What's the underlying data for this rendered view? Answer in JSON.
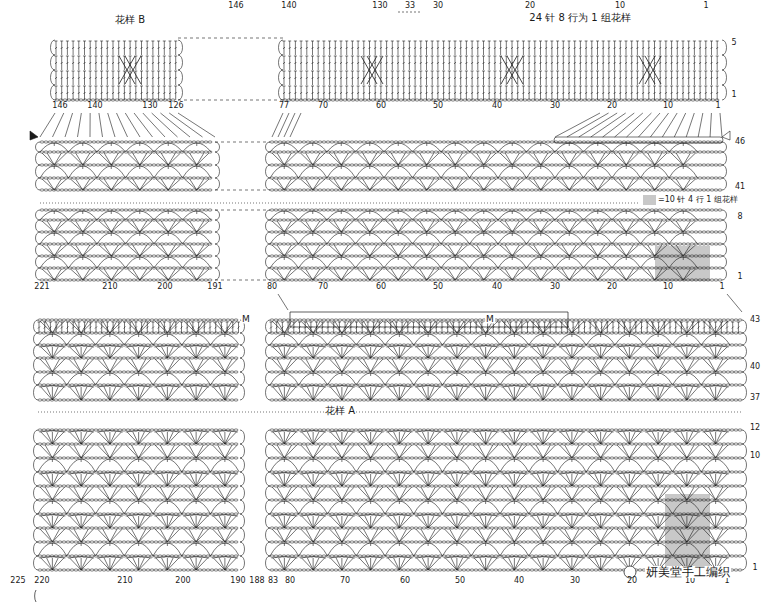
{
  "diagram": {
    "labels": [
      "146",
      "140",
      "130",
      "33",
      "30",
      "20",
      "10",
      "1",
      "花样 B",
      "24 针 8 行为 1 组花样",
      "5",
      "1",
      "146",
      "140",
      "130",
      "126",
      "77",
      "70",
      "60",
      "50",
      "40",
      "30",
      "20",
      "10",
      "1",
      "46",
      "41",
      "8",
      "1",
      "221",
      "210",
      "200",
      "191",
      "80",
      "70",
      "60",
      "50",
      "40",
      "30",
      "20",
      "10",
      "1",
      "M",
      "M",
      "43",
      "40",
      "37",
      "花样 A",
      "12",
      "10",
      "1",
      "225",
      "220",
      "210",
      "200",
      "190",
      "188",
      "83",
      "80",
      "70",
      "60",
      "50",
      "40",
      "30",
      "20",
      "10",
      "1",
      "妍美堂手工编织"
    ],
    "legend": [
      {
        "text": "=10 针 4 行 1 组花样",
        "color": "#c8c8c8"
      }
    ]
  }
}
